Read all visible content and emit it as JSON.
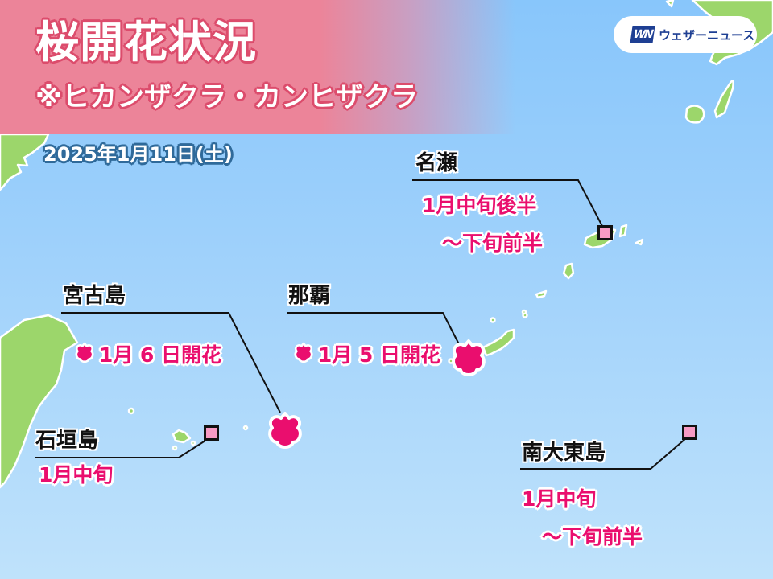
{
  "header": {
    "title": "桜開花状況",
    "subtitle": "※ヒカンザクラ・カンヒザクラ",
    "date": "2025年1月11日(土)"
  },
  "brand": {
    "logo_mark": "WN",
    "logo_text": "ウェザーニュース"
  },
  "colors": {
    "header_pink": "#ec8499",
    "title_outline": "#dc4c6c",
    "status_pink": "#ea0e6e",
    "marker_pink": "#f79ac4",
    "land_green": "#9cd66b",
    "sea_blue": "#88c6fb",
    "date_outline": "#2f6a9a",
    "logo_blue": "#1e3f93"
  },
  "legend_icons": {
    "bloomed": "sakura-blossom-icon",
    "not_yet": "pink-square-marker"
  },
  "stations": [
    {
      "name": "名瀬",
      "status": "1月中旬後半\n　〜下旬前半",
      "bloomed": false
    },
    {
      "name": "宮古島",
      "status": "1月 6 日開花",
      "bloomed": true
    },
    {
      "name": "那覇",
      "status": "1月 5 日開花",
      "bloomed": true
    },
    {
      "name": "石垣島",
      "status": "1月中旬",
      "bloomed": false
    },
    {
      "name": "南大東島",
      "status": "1月中旬\n　〜下旬前半",
      "bloomed": false
    }
  ]
}
